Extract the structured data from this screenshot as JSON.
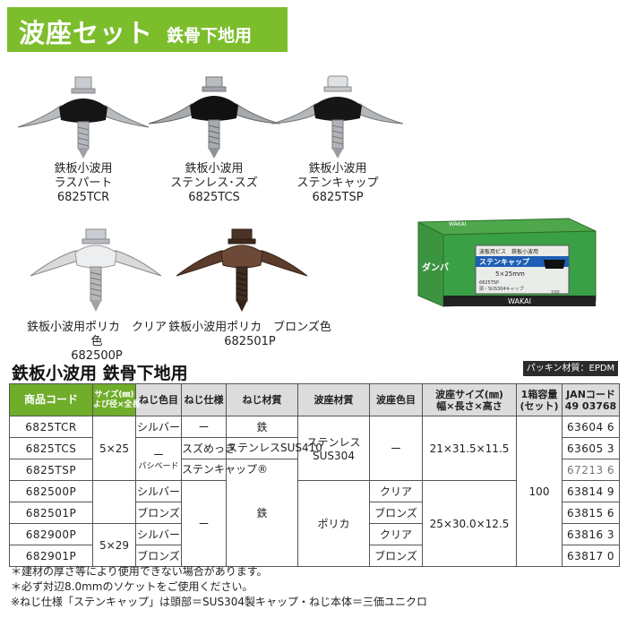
{
  "header": {
    "title": "波座セット",
    "subtitle": "鉄骨下地用"
  },
  "products": [
    {
      "line1": "鉄板小波用",
      "line2": "ラスパート",
      "line3": "6825TCR"
    },
    {
      "line1": "鉄板小波用",
      "line2": "ステンレス･スズ",
      "line3": "6825TCS"
    },
    {
      "line1": "鉄板小波用",
      "line2": "ステンキャップ",
      "line3": "6825TSP"
    },
    {
      "line1": "鉄板小波用ポリカ　クリア色",
      "line2": "682500P"
    },
    {
      "line1": "鉄板小波用ポリカ　ブロンズ色",
      "line2": "682501P"
    }
  ],
  "box": {
    "brand": "WAKAI",
    "side": "ダンバ",
    "label1": "波板用ビス　鉄板小波用",
    "label2": "ステンキャップ",
    "size": "5×25mm",
    "code": "6825TSP",
    "desc": "頭・SUS304キャップ",
    "count": "100"
  },
  "section": {
    "title": "鉄板小波用 鉄骨下地用",
    "packing": "パッキン材質：EPDM"
  },
  "table": {
    "headers": {
      "code": "商品コード",
      "size_a": "サイズ(㎜)",
      "size_b": "よび径×全長",
      "color": "ねじ色目",
      "spec": "ねじ仕様",
      "material": "ねじ材質",
      "wave_mat": "波座材質",
      "wave_color": "波座色目",
      "wave_size_a": "波座サイズ(㎜)",
      "wave_size_b": "幅×長さ×高さ",
      "qty_a": "1箱容量",
      "qty_b": "(セット)",
      "jan_a": "JANコード",
      "jan_b": "49 03768"
    },
    "rows": [
      {
        "code": "6825TCR",
        "color": "シルバー",
        "spec": "ー",
        "material": "鉄",
        "jan": "63604 6"
      },
      {
        "code": "6825TCS",
        "spec": "スズめっき",
        "material": "ステンレスSUS410",
        "jan": "63605 3"
      },
      {
        "code": "6825TSP",
        "spec": "ステンキャップ",
        "jan": "67213 6"
      },
      {
        "code": "682500P",
        "color": "シルバー",
        "wave_color": "クリア",
        "jan": "63814 9"
      },
      {
        "code": "682501P",
        "color": "ブロンズ",
        "wave_color": "ブロンズ",
        "jan": "63815 6"
      },
      {
        "code": "682900P",
        "color": "シルバー",
        "wave_color": "クリア",
        "jan": "63816 3"
      },
      {
        "code": "682901P",
        "color": "ブロンズ",
        "wave_color": "ブロンズ",
        "jan": "63817 0"
      }
    ],
    "merged": {
      "size1": "5×25",
      "size2": "5×29",
      "color_tcs_dash": "ー",
      "color_tcs_sub": "パシベード",
      "mat_iron": "鉄",
      "spec_dash": "ー",
      "wave_mat1_a": "ステンレス",
      "wave_mat1_b": "SUS304",
      "wave_mat2": "ポリカ",
      "wave_color1": "ー",
      "wave_size1": "21×31.5×11.5",
      "wave_size2": "25×30.0×12.5",
      "qty": "100",
      "reg_mark": "®"
    }
  },
  "notes": [
    "＊建材の厚さ等により使用できない場合があります。",
    "＊必ず対辺8.0mmのソケットをご使用ください。",
    "※ねじ仕様「ステンキャップ」は頭部＝SUS304製キャップ・ねじ本体＝三価ユニクロ"
  ],
  "colors": {
    "accent": "#7cbd2c",
    "header_cell": "#dcdcdc"
  }
}
